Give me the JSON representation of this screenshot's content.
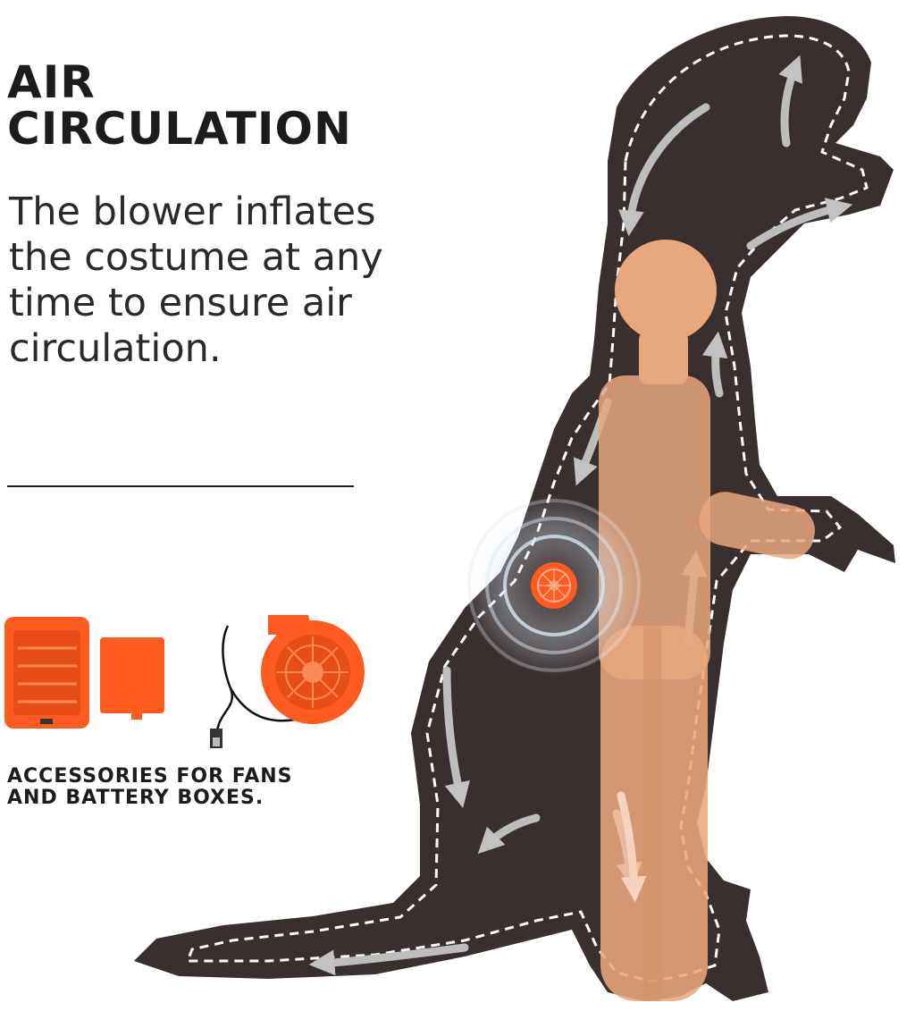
{
  "heading": {
    "line1": "AIR",
    "line2": "CIRCULATION"
  },
  "description": {
    "line1": "The blower inflates",
    "line2": "the costume at any",
    "line3": "time to ensure air",
    "line4": "circulation."
  },
  "caption": {
    "line1": "ACCESSORIES FOR FANS",
    "line2": "AND BATTERY BOXES."
  },
  "colors": {
    "costume": "#3a2f2f",
    "body": "#e8a77c",
    "fan": "#ff5a1f",
    "arrow": "#bdbdbd",
    "text": "#1c1c1c"
  },
  "icons": [
    "dinosaur-silhouette",
    "person-silhouette",
    "fan-icon",
    "battery-box-icon",
    "usb-cable-icon",
    "airflow-arrow-icon"
  ]
}
